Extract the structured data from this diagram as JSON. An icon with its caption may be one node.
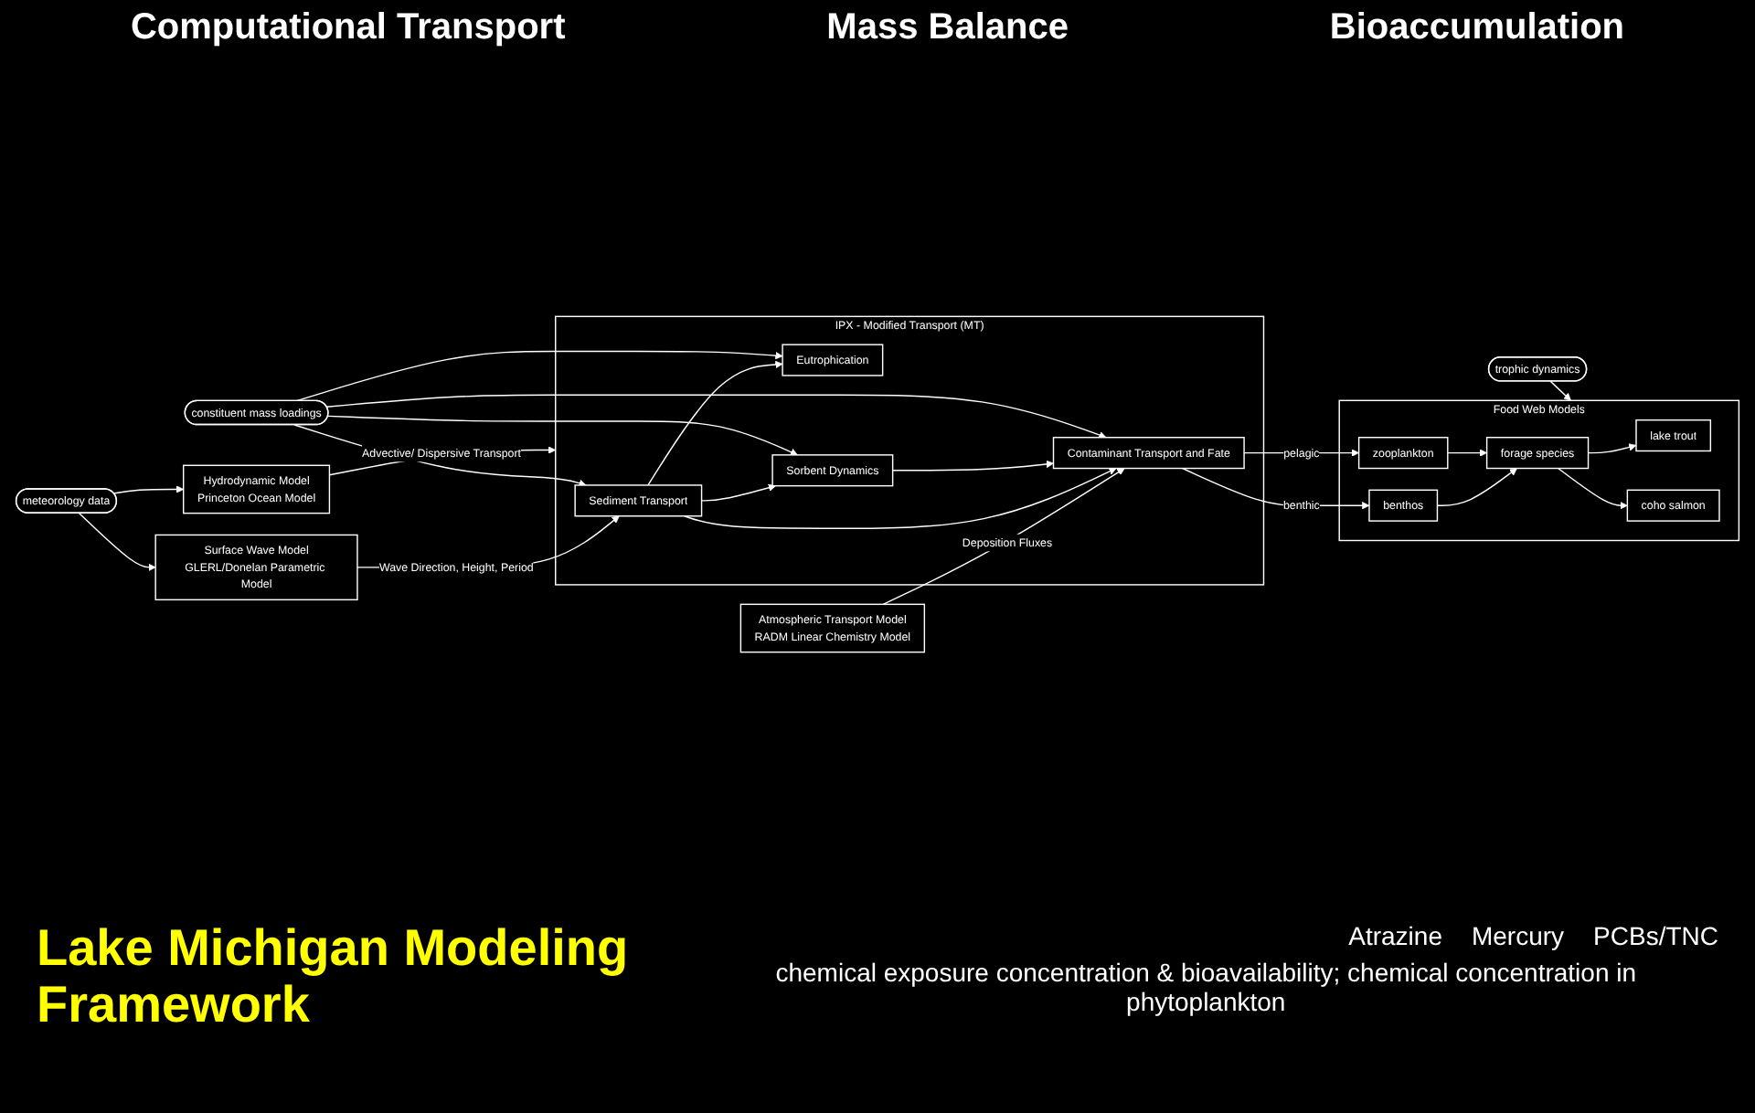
{
  "diagram": {
    "title": "Lake Michigan Modeling Framework",
    "nodes": [
      {
        "text": [
          "Surface Wave Model",
          "GLERL/Donelan Parametric Model"
        ]
      },
      {
        "text": [
          "meteorology data"
        ]
      },
      {
        "text": [
          "Hydrodynamic Model",
          "Princeton Ocean Model"
        ]
      },
      {
        "text": [
          "Atmospheric Transport Model",
          "RADM Linear Chemistry Model"
        ]
      },
      {
        "text": [
          "IPX - Modified Transport (MT)"
        ]
      },
      {
        "text": [
          "Sediment Transport"
        ],
        "in": 4
      },
      {
        "text": [
          "Eutrophication"
        ],
        "in": 4
      },
      {
        "text": [
          "Sorbent Dynamics"
        ],
        "in": 4
      },
      {
        "text": [
          "Contaminant Transport and Fate"
        ],
        "in": 4
      },
      {
        "text": [
          "constituent mass loadings"
        ]
      },
      {
        "text": [
          "trophic dynamics"
        ]
      },
      {
        "text": [
          "Food Web Models"
        ]
      },
      {
        "text": [
          "lake trout"
        ],
        "in": 11
      },
      {
        "text": [
          "coho salmon"
        ],
        "in": 11
      },
      {
        "text": [
          "forage species"
        ],
        "in": 11
      },
      {
        "text": [
          "zooplankton"
        ],
        "in": 11
      },
      {
        "text": [
          "benthos"
        ],
        "in": 11
      }
    ],
    "edges": [
      {
        "from": 1,
        "to": 0,
        "arrow": "to"
      },
      {
        "from": 1,
        "to": 2,
        "arrow": "to"
      },
      {
        "from": 0,
        "to": 5,
        "label": "Wave Direction, Height, Period",
        "arrow": "to"
      },
      {
        "from": 2,
        "to": 4,
        "label": "Advective/ Dispersive Transport",
        "arrow": "to"
      },
      {
        "from": 3,
        "to": 8,
        "label": "Deposition Fluxes",
        "arrow": "to"
      },
      {
        "from": 5,
        "to": 6,
        "arrow": "to"
      },
      {
        "from": 5,
        "to": 7,
        "arrow": "to"
      },
      {
        "from": 5,
        "to": 8,
        "arrow": "to"
      },
      {
        "from": 7,
        "to": 8,
        "arrow": "to"
      },
      {
        "from": 9,
        "to": 5,
        "arrow": "to"
      },
      {
        "from": 9,
        "to": 6,
        "arrow": "to"
      },
      {
        "from": 9,
        "to": 7,
        "arrow": "to"
      },
      {
        "from": 9,
        "to": 8,
        "arrow": "to"
      },
      {
        "from": 10,
        "to": 11,
        "arrow": "to"
      },
      {
        "from": 8,
        "to": 16,
        "label": "benthic",
        "arrow": "to"
      },
      {
        "from": 8,
        "to": 15,
        "label": "pelagic",
        "arrow": "to"
      },
      {
        "from": 16,
        "to": 14,
        "arrow": "to"
      },
      {
        "from": 15,
        "to": 14,
        "arrow": "to"
      },
      {
        "from": 14,
        "to": 12,
        "arrow": "to"
      },
      {
        "from": 14,
        "to": 13,
        "arrow": "to"
      }
    ],
    "labels": [
      "Computational Transport",
      "Mass Balance",
      "Bioaccumulation",
      "Atrazine",
      "Mercury",
      "PCBs/TNC",
      "chemical exposure concentration & bioavailability; chemical concentration in phytoplankton"
    ]
  }
}
